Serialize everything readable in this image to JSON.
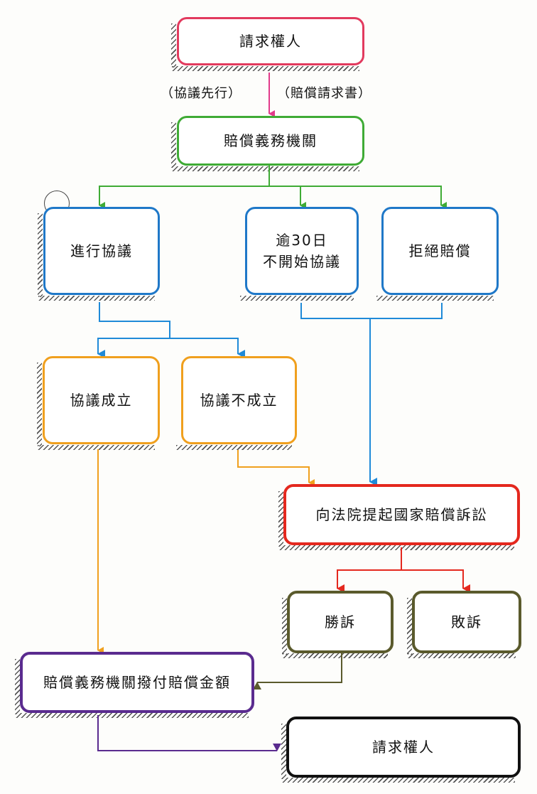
{
  "colors": {
    "claimant": "#e23a5e",
    "organ": "#3fab35",
    "negotiation": "#1f78c8",
    "outcome": "#f0a01e",
    "lawsuit": "#e4281e",
    "verdict": "#5a5a2c",
    "payment": "#5a2b8f",
    "final": "#111111"
  },
  "nodes": {
    "claimant": "請求權人",
    "organ": "賠償義務機關",
    "negotiate": "進行協議",
    "overdue_line1": "逾30日",
    "overdue_line2": "不開始協議",
    "refuse": "拒絕賠償",
    "agreed": "協議成立",
    "not_agreed": "協議不成立",
    "lawsuit": "向法院提起國家賠償訴訟",
    "win": "勝訴",
    "lose": "敗訴",
    "payment": "賠償義務機關撥付賠償金額",
    "final_claimant": "請求權人"
  },
  "edge_labels": {
    "negotiation_first": "（協議先行）",
    "claim_letter": "（賠償請求書）"
  }
}
